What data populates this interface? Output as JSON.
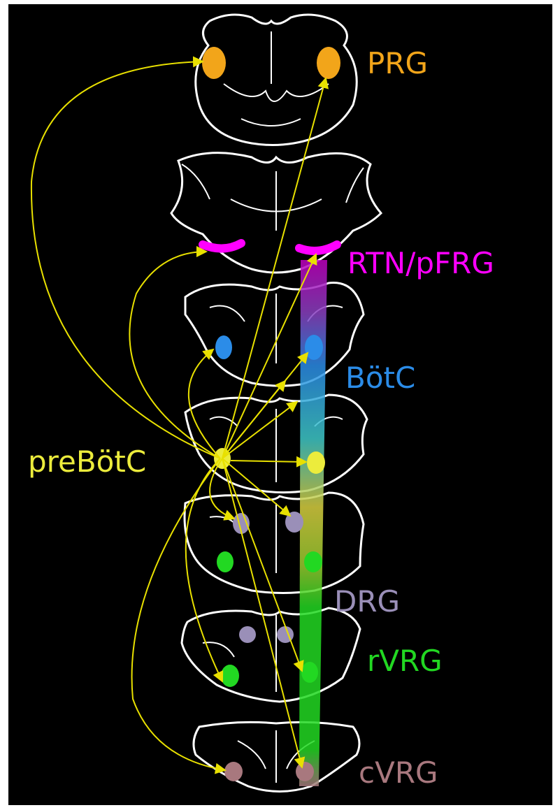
{
  "labels": {
    "prg": "PRG",
    "rtn": "RTN/pFRG",
    "botc": "BötC",
    "prebotc": "preBötC",
    "drg": "DRG",
    "rvrg": "rVRG",
    "cvrg": "cVRG"
  },
  "colors": {
    "background": "#000000",
    "outline": "#ffffff",
    "connection": "#e8e000",
    "prg": "#f2a51a",
    "rtn": "#ff00ff",
    "botc": "#2b8ce8",
    "prebotc": "#ecec3c",
    "drg": "#9a8fb8",
    "rvrg": "#22d822",
    "cvrg": "#a8787e"
  }
}
